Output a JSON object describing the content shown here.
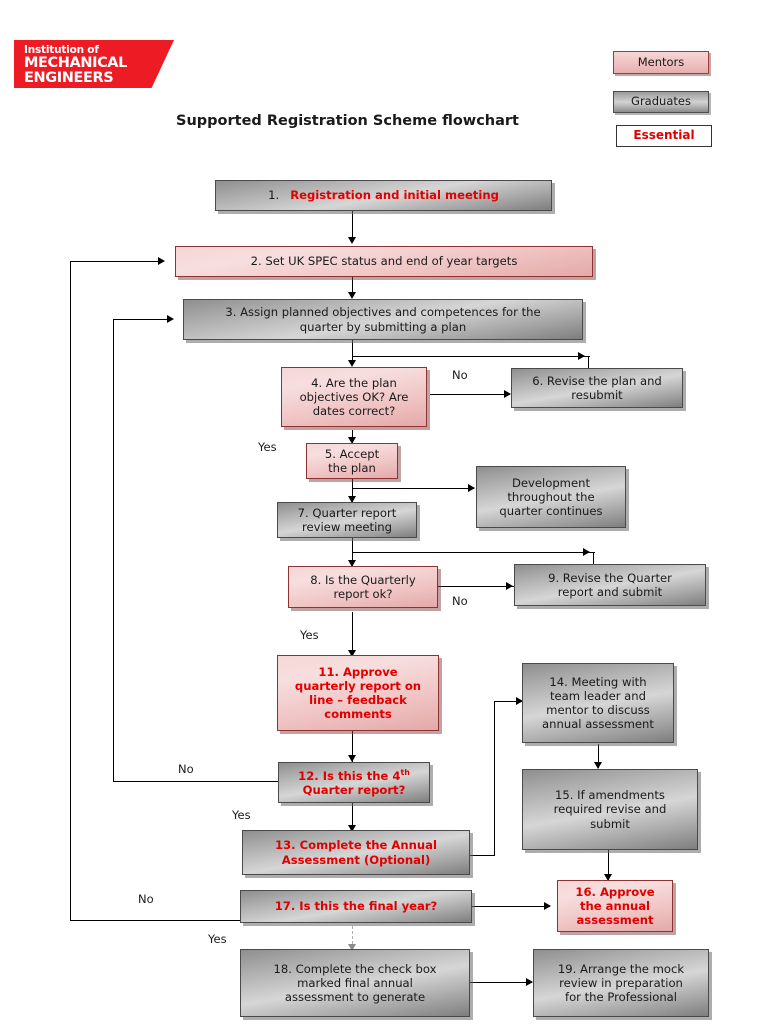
{
  "document": {
    "title": "Supported Registration Scheme flowchart"
  },
  "logo": {
    "line1": "Institution of",
    "line2": "MECHANICAL",
    "line3": "ENGINEERS",
    "color": "#ed1c24"
  },
  "legend": {
    "items": [
      {
        "label": "Mentors",
        "style": "pink",
        "color": "#f2c5c5"
      },
      {
        "label": "Graduates",
        "style": "gray",
        "color": "#b4b4b4"
      },
      {
        "label": "Essential",
        "style": "white",
        "color": "#e00000"
      }
    ]
  },
  "flowchart": {
    "nodes": [
      {
        "id": "n1",
        "num": "1.",
        "text": "Registration and initial meeting",
        "style": "gray",
        "text_red": true
      },
      {
        "id": "n2",
        "num": "",
        "text": "2. Set UK  SPEC status and end of year targets",
        "style": "pink",
        "text_red": false
      },
      {
        "id": "n3",
        "num": "",
        "text": "3. Assign planned objectives and competences for the quarter by submitting a plan",
        "style": "gray",
        "text_red": false
      },
      {
        "id": "n4",
        "num": "",
        "text": "4. Are the plan objectives OK? Are dates correct?",
        "style": "pink",
        "text_red": false
      },
      {
        "id": "n5",
        "num": "",
        "text": "5. Accept the plan",
        "style": "pink",
        "text_red": false
      },
      {
        "id": "n6",
        "num": "",
        "text": "6. Revise the plan and resubmit",
        "style": "gray",
        "text_red": false
      },
      {
        "id": "n7",
        "num": "",
        "text": "7. Quarter report review meeting",
        "style": "gray",
        "text_red": false
      },
      {
        "id": "ndev",
        "num": "",
        "text": "Development throughout the quarter continues",
        "style": "gray",
        "text_red": false
      },
      {
        "id": "n8",
        "num": "",
        "text": "8. Is the Quarterly report ok?",
        "style": "pink",
        "text_red": false
      },
      {
        "id": "n9",
        "num": "",
        "text": "9. Revise the Quarter report and submit",
        "style": "gray",
        "text_red": false
      },
      {
        "id": "n11",
        "num": "",
        "text": "11. Approve quarterly report on line – feedback comments",
        "style": "pink",
        "text_red": true
      },
      {
        "id": "n12",
        "num": "",
        "text": "12. Is this the 4th Quarter report?",
        "style": "gray",
        "text_red": true
      },
      {
        "id": "n13",
        "num": "",
        "text": "13. Complete the Annual Assessment (Optional)",
        "style": "gray",
        "text_red": true
      },
      {
        "id": "n14",
        "num": "",
        "text": "14. Meeting with team leader and mentor to discuss annual assessment",
        "style": "gray",
        "text_red": false
      },
      {
        "id": "n15",
        "num": "",
        "text": "15. If amendments required revise and submit",
        "style": "gray",
        "text_red": false
      },
      {
        "id": "n16",
        "num": "",
        "text": "16. Approve the annual assessment",
        "style": "pink",
        "text_red": true
      },
      {
        "id": "n17",
        "num": "",
        "text": "17. Is this the final year?",
        "style": "gray",
        "text_red": true
      },
      {
        "id": "n18",
        "num": "",
        "text": "18. Complete the check box marked final annual assessment to generate",
        "style": "gray",
        "text_red": false
      },
      {
        "id": "n19",
        "num": "",
        "text": "19. Arrange the mock review in preparation for the Professional",
        "style": "gray",
        "text_red": false
      }
    ],
    "node_text": {
      "n1_num": "1.",
      "n1": "Registration and initial meeting",
      "n2": "2. Set UK  SPEC status and end of year targets",
      "n3_l1": "3. Assign planned objectives and competences for the",
      "n3_l2": "quarter by submitting a plan",
      "n4_l1": "4. Are the plan",
      "n4_l2": "objectives OK? Are",
      "n4_l3": "dates correct?",
      "n5_l1": "5. Accept",
      "n5_l2": "the plan",
      "n6_l1": "6. Revise the plan and",
      "n6_l2": "resubmit",
      "n7_l1": "7. Quarter report",
      "n7_l2": "review meeting",
      "ndev_l1": "Development",
      "ndev_l2": "throughout the",
      "ndev_l3": "quarter continues",
      "n8_l1": "8. Is the Quarterly",
      "n8_l2": "report ok?",
      "n9_l1": "9. Revise the Quarter",
      "n9_l2": "report and submit",
      "n11_l1": "11. Approve",
      "n11_l2": "quarterly report on",
      "n11_l3": "line – feedback",
      "n11_l4": "comments",
      "n12_a": "12. Is this the 4",
      "n12_sup": "th",
      "n12_l2": "Quarter report?",
      "n13_l1": "13. Complete the Annual",
      "n13_l2": "Assessment (Optional)",
      "n14_l1": "14. Meeting with",
      "n14_l2": "team leader and",
      "n14_l3": "mentor to discuss",
      "n14_l4": "annual assessment",
      "n15_l1": "15. If amendments",
      "n15_l2": "required revise and",
      "n15_l3": "submit",
      "n16_l1": "16. Approve",
      "n16_l2": "the annual",
      "n16_l3": "assessment",
      "n17": "17. Is this the final year?",
      "n18_l1": "18. Complete the check box",
      "n18_l2": "marked final annual",
      "n18_l3": "assessment to generate",
      "n19_l1": "19. Arrange the mock",
      "n19_l2": "review in preparation",
      "n19_l3": "for the Professional"
    },
    "edge_labels": {
      "no_4_to_6": "No",
      "yes_4_to_5": "Yes",
      "no_8_to_9": "No",
      "yes_8_to_11": "Yes",
      "no_12": "No",
      "yes_12_to_13": "Yes",
      "no_17": "No",
      "yes_17_to_18": "Yes"
    }
  }
}
